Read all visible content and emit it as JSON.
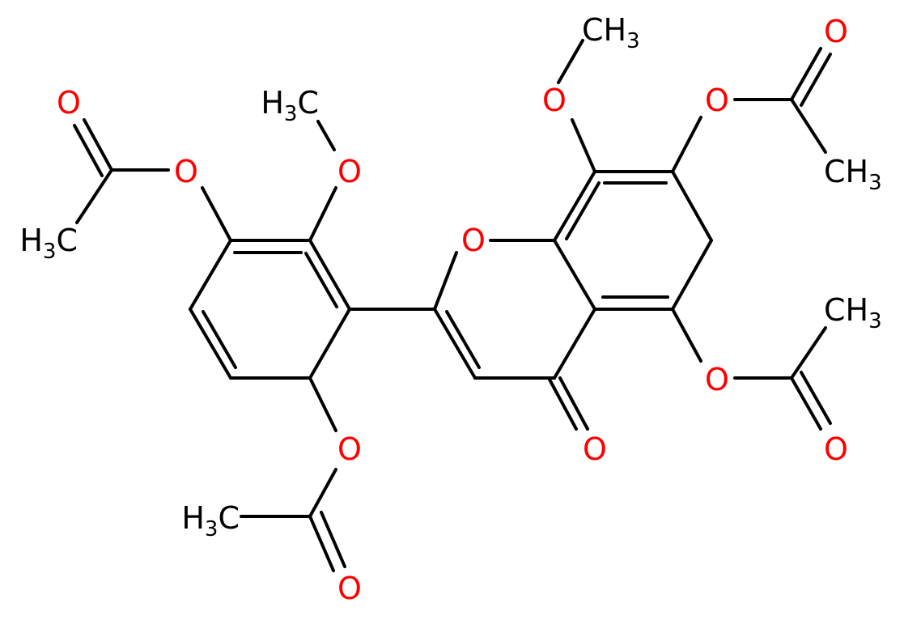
{
  "structure": {
    "colors": {
      "bond": "#000000",
      "oxygen": "#ff0000",
      "carbon_label": "#000000"
    },
    "atoms": {
      "o_ring": "O",
      "o_ketone": "O",
      "o_meo_top": "O",
      "ch3_meo_top": "CH3",
      "o_oac_7": "O",
      "o_oac_7_carbonyl": "O",
      "ch3_oac_7": "CH3",
      "o_oac_5": "O",
      "o_oac_5_carbonyl": "O",
      "ch3_oac_5": "CH3",
      "o_meo_left": "O",
      "ch3_meo_left": "H3C",
      "o_oac_left": "O",
      "o_oac_left_carbonyl": "O",
      "ch3_oac_left": "H3C",
      "o_oac_bottom": "O",
      "o_oac_bottom_carbonyl": "O",
      "ch3_oac_bottom": "H3C"
    }
  }
}
